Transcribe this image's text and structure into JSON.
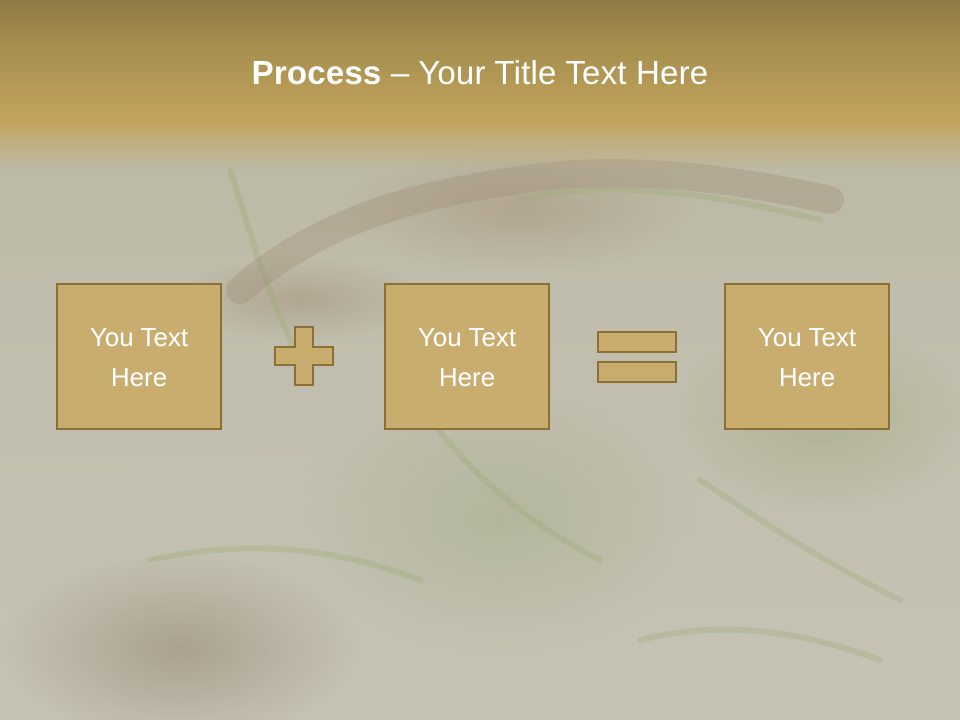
{
  "slide": {
    "title_bold": "Process",
    "title_dash": " – ",
    "title_rest": "Your Title Text Here",
    "colors": {
      "title_band": "#b99a55",
      "box_fill": "#c9ad6e",
      "box_border": "#8b6f35",
      "text": "#ffffff"
    }
  },
  "process": {
    "step_1": {
      "text": "You Text Here"
    },
    "operator_1": {
      "icon": "plus-icon"
    },
    "step_2": {
      "text": "You Text Here"
    },
    "operator_2": {
      "icon": "equals-icon"
    },
    "step_3": {
      "text": "You Text Here"
    }
  }
}
